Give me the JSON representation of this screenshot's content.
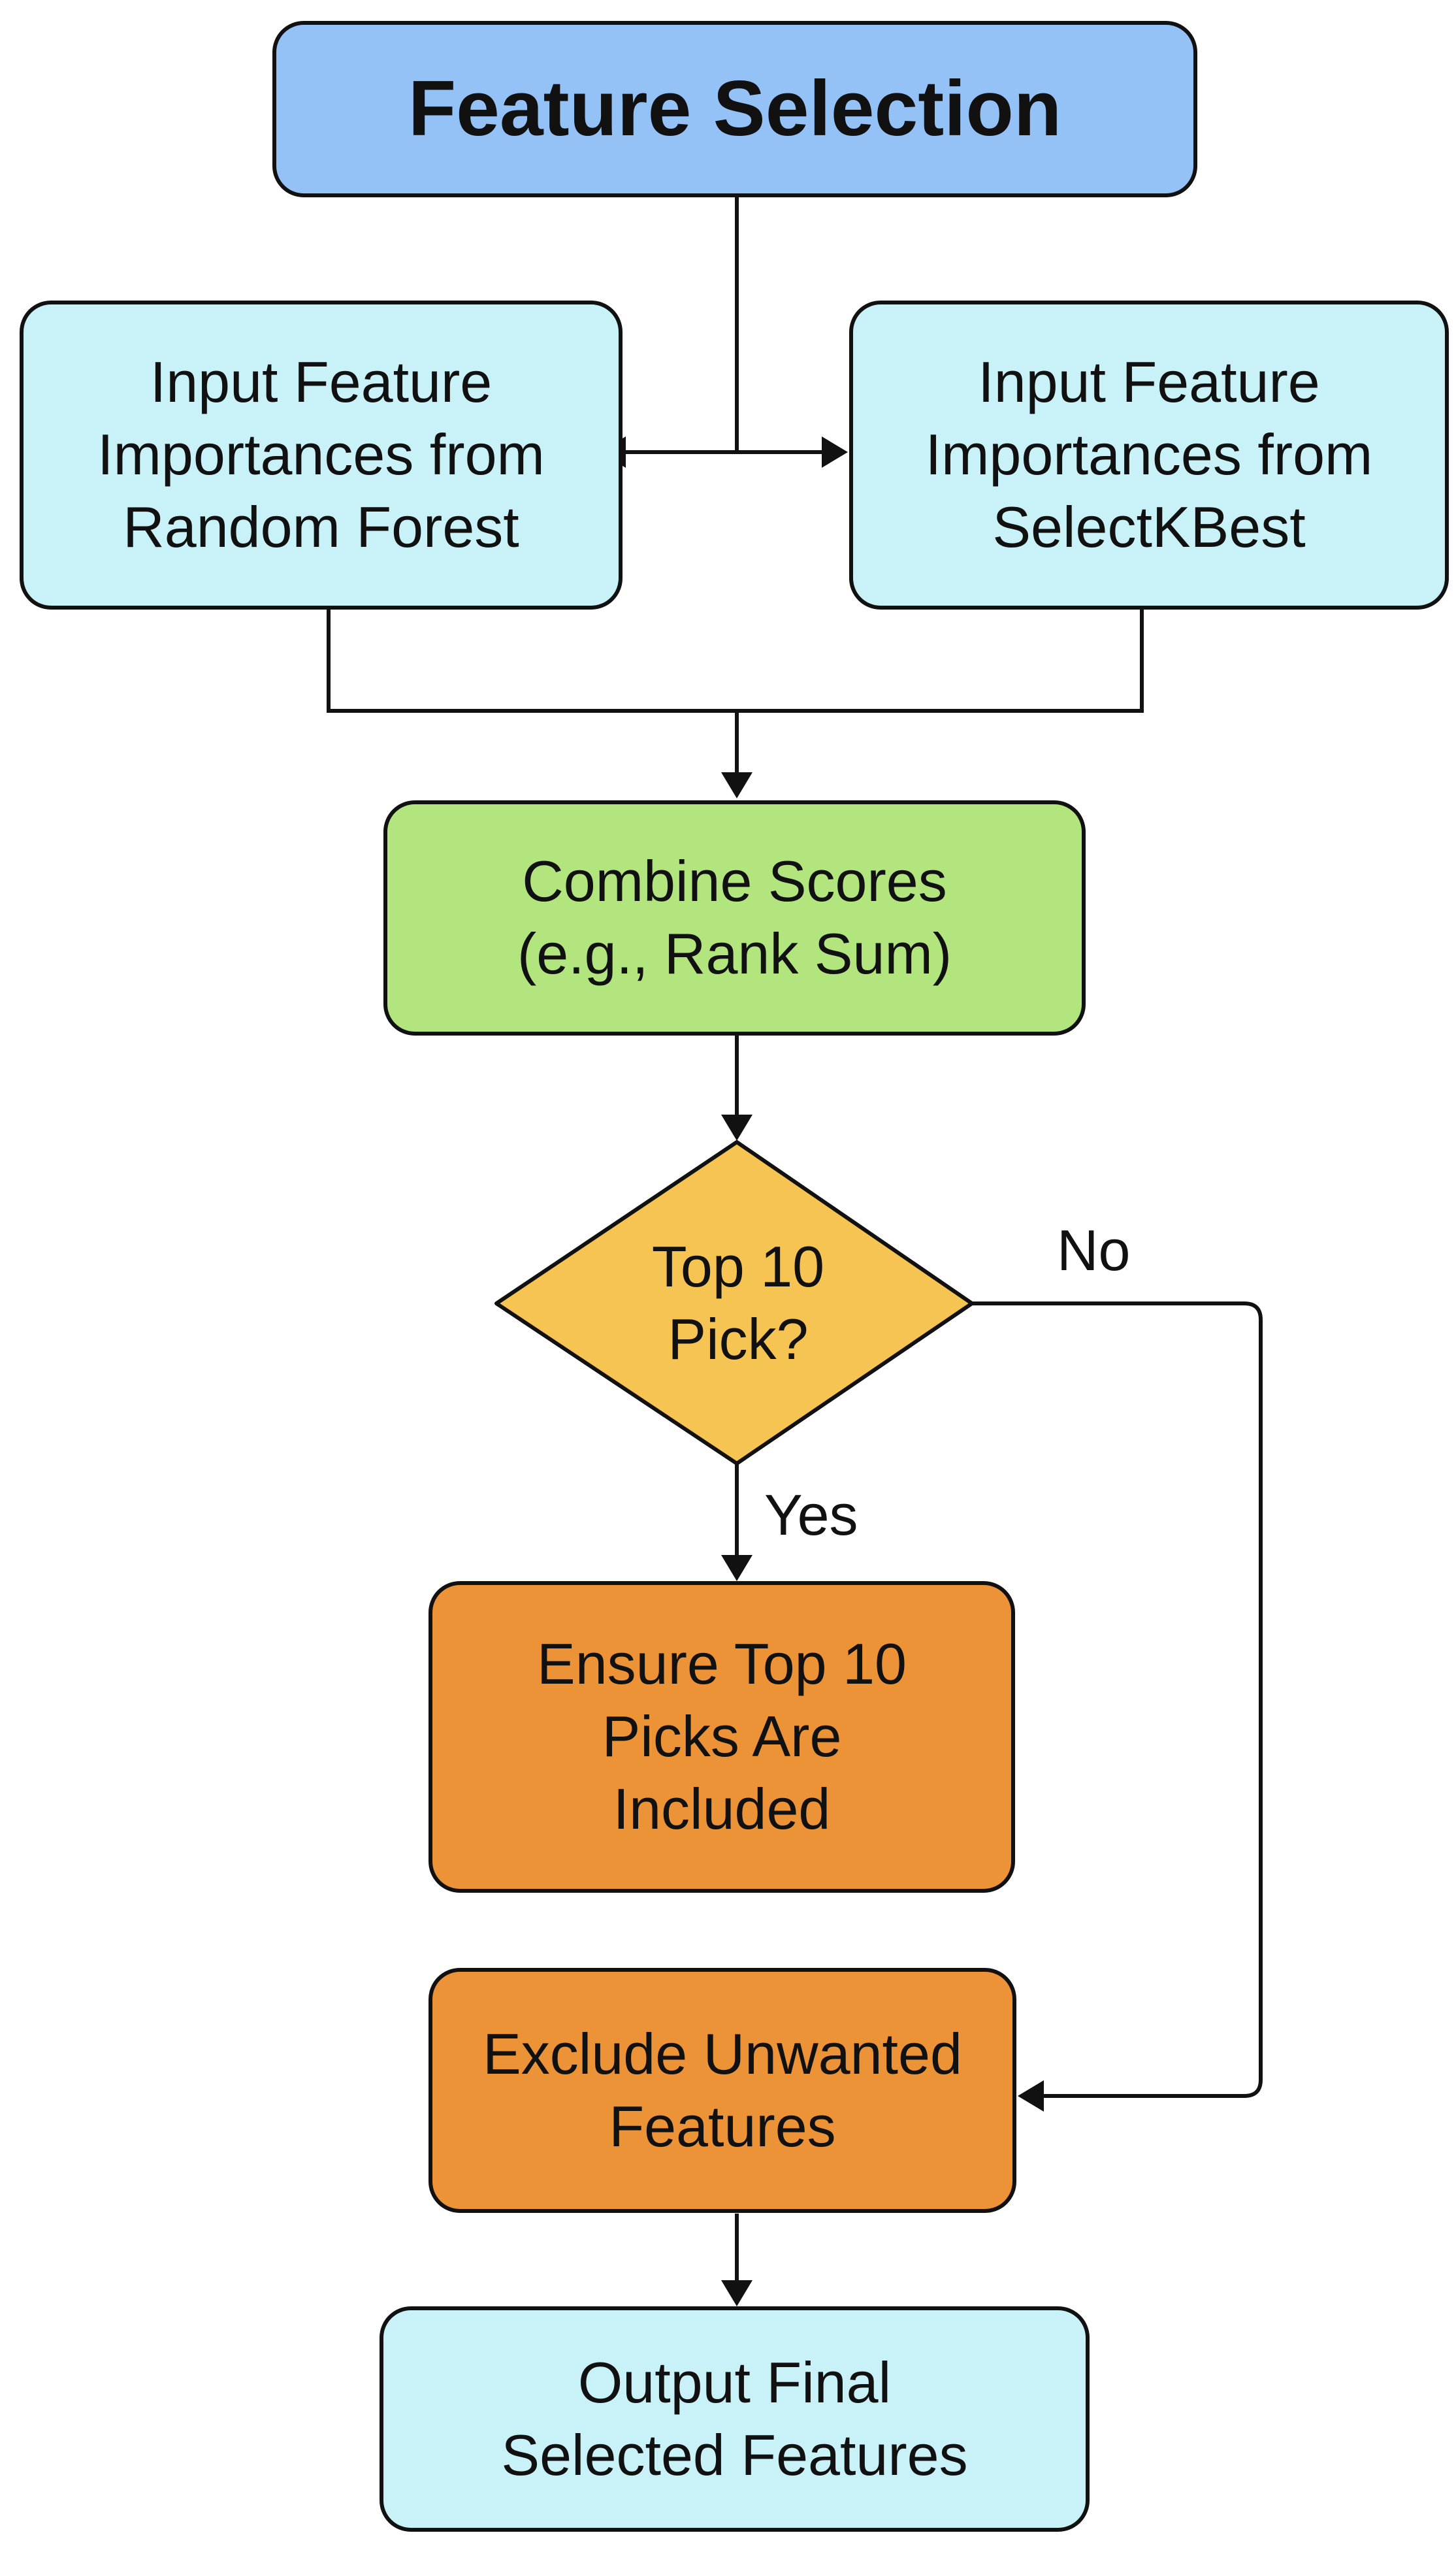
{
  "diagram": {
    "title": "Feature Selection",
    "nodes": {
      "input_rf": "Input Feature\nImportances from\nRandom Forest",
      "input_kbest": "Input Feature\nImportances from\nSelectKBest",
      "combine": "Combine Scores\n(e.g., Rank Sum)",
      "decision": "Top 10\nPick?",
      "ensure": "Ensure Top 10\nPicks Are\nIncluded",
      "exclude": "Exclude Unwanted\nFeatures",
      "output": "Output Final\nSelected Features"
    },
    "edge_labels": {
      "no": "No",
      "yes": "Yes"
    }
  },
  "colors": {
    "title_fill": "#94c2f7",
    "input_fill": "#c8f2f7",
    "combine_fill": "#b3e57f",
    "decision_fill": "#f5c453",
    "action_fill": "#eb9336",
    "output_fill": "#c8f2f7",
    "stroke": "#111111"
  }
}
